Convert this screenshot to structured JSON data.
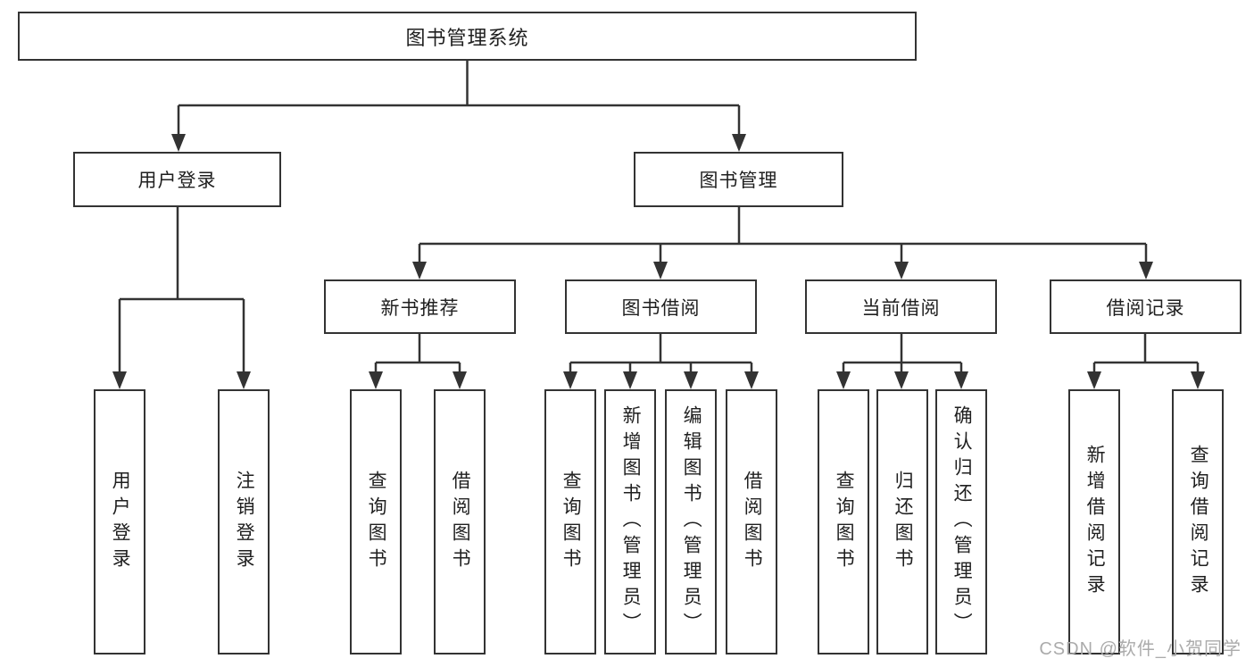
{
  "tree": {
    "title": "图书管理系统",
    "branches": [
      {
        "label": "用户登录",
        "children": [
          "用户登录",
          "注销登录"
        ]
      },
      {
        "label": "图书管理",
        "sections": [
          {
            "label": "新书推荐",
            "children": [
              "查询图书",
              "借阅图书"
            ]
          },
          {
            "label": "图书借阅",
            "children": [
              "查询图书",
              "新增图书（管理员）",
              "编辑图书（管理员）",
              "借阅图书"
            ]
          },
          {
            "label": "当前借阅",
            "children": [
              "查询图书",
              "归还图书",
              "确认归还（管理员）"
            ]
          },
          {
            "label": "借阅记录",
            "children": [
              "新增借阅记录",
              "查询借阅记录"
            ]
          }
        ]
      }
    ]
  },
  "watermark": "CSDN @软件_小贺同学",
  "colors": {
    "line": "#333333",
    "text": "#1f1f1f",
    "watermark": "#ababab",
    "background": "#ffffff"
  }
}
